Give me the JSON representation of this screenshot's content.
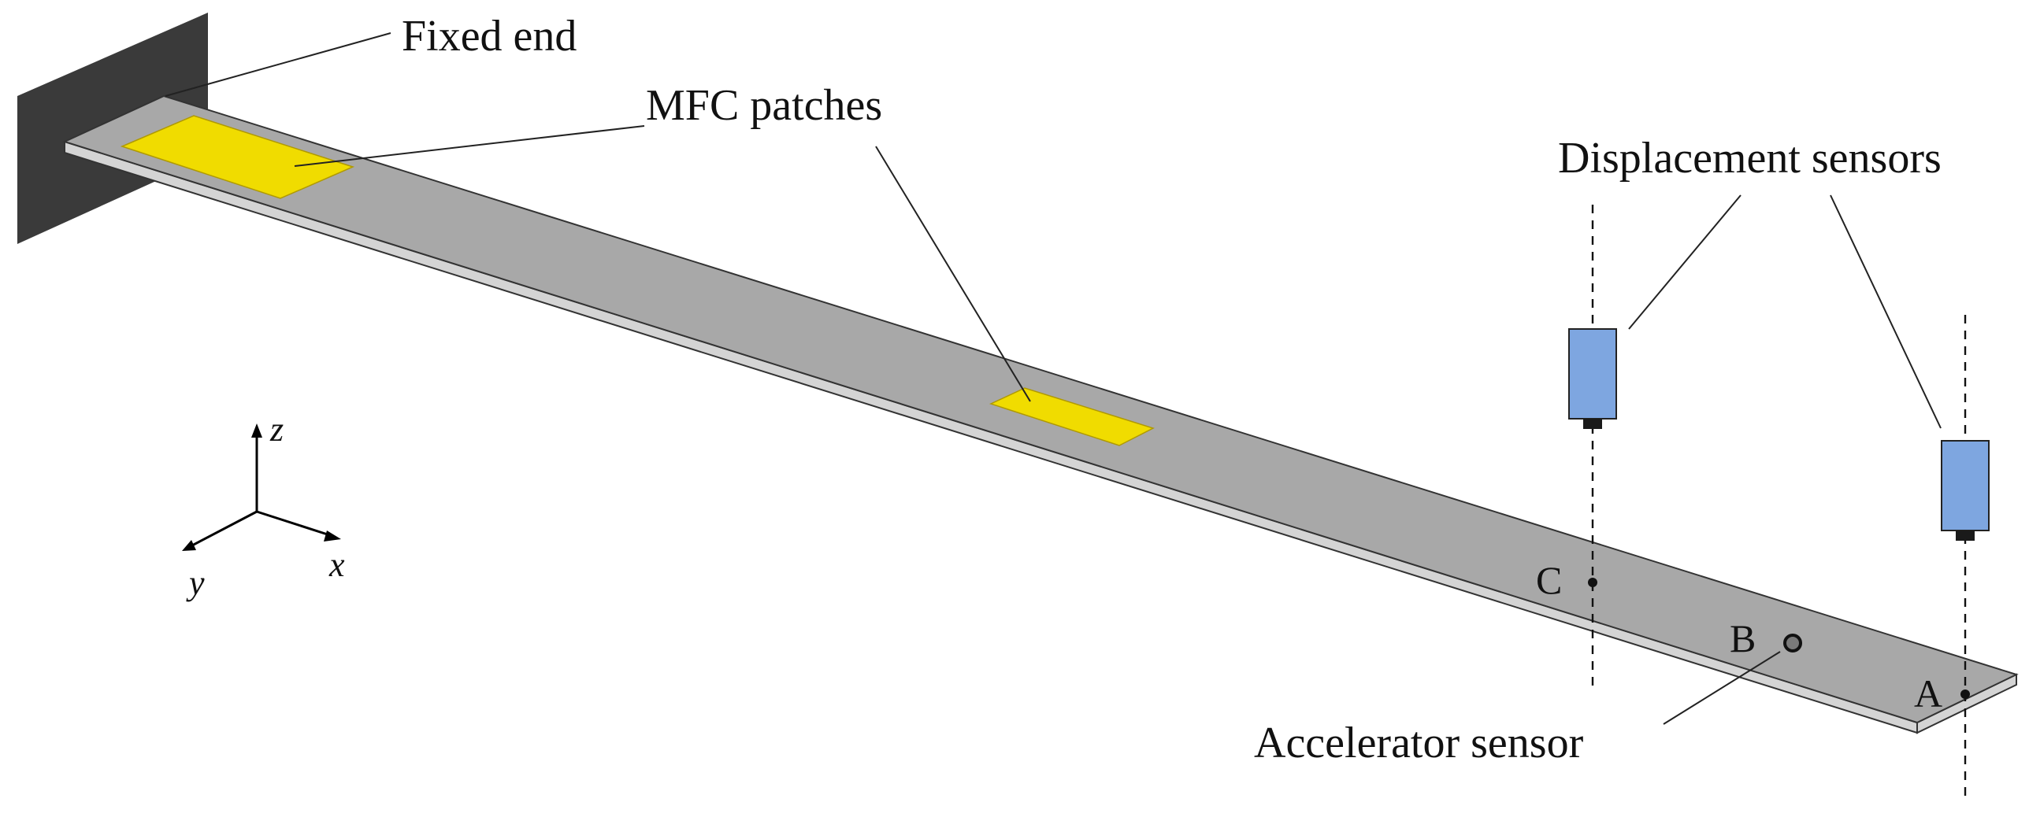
{
  "labels": {
    "fixed_end": "Fixed end",
    "mfc_patches": "MFC patches",
    "displacement_sensors": "Displacement sensors",
    "accelerator_sensor": "Accelerator sensor",
    "point_a": "A",
    "point_b": "B",
    "point_c": "C"
  },
  "axes": {
    "x": "x",
    "y": "y",
    "z": "z"
  },
  "colors": {
    "wall": "#3a3a3a",
    "beam_top": "#a8a8a8",
    "beam_side": "#d4d4d4",
    "mfc_patch": "#f0dc00",
    "sensor_body": "#7ea6e0",
    "sensor_tip": "#1a1a1a"
  }
}
